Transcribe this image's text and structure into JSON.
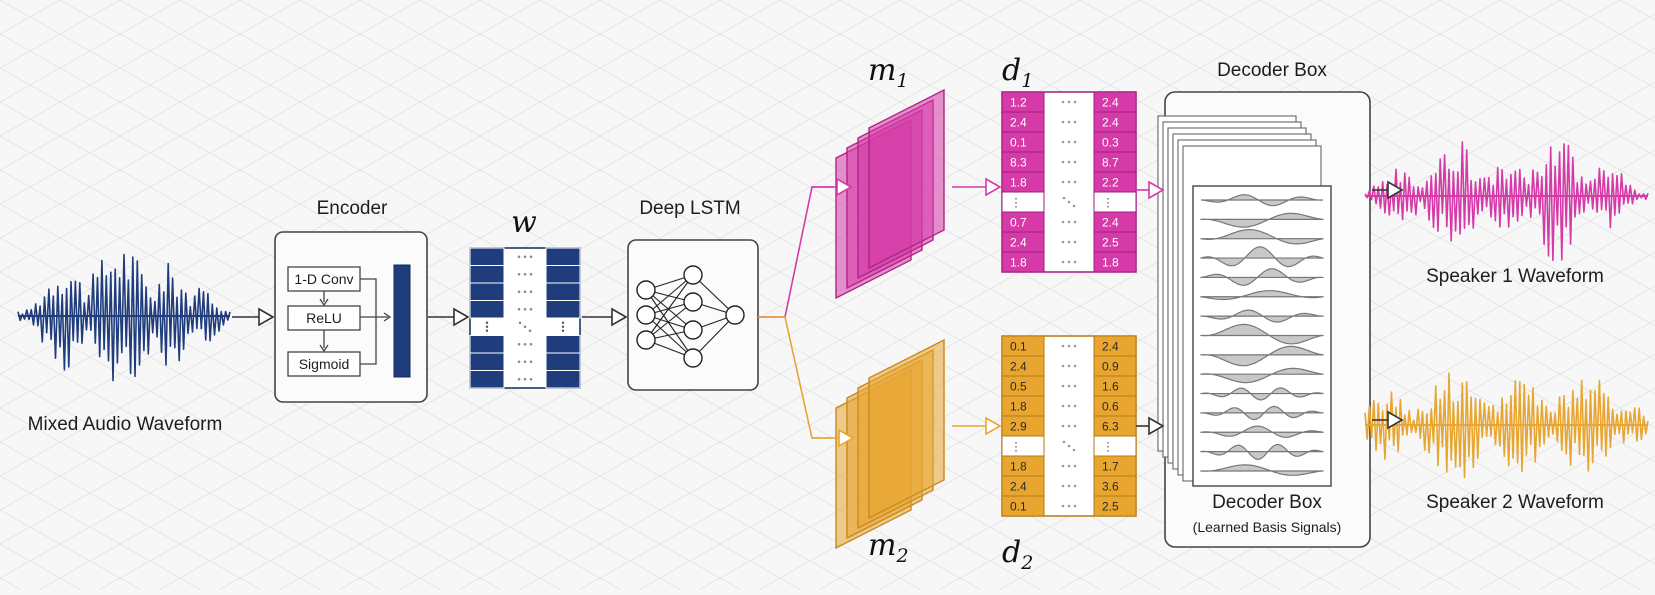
{
  "labels": {
    "input": "Mixed Audio Waveform",
    "encoder": "Encoder",
    "w": "w",
    "lstm": "Deep LSTM",
    "m1": "m",
    "m1_sub": "1",
    "m2": "m",
    "m2_sub": "2",
    "d1": "d",
    "d1_sub": "1",
    "d2": "d",
    "d2_sub": "2",
    "decoder_top": "Decoder Box",
    "decoder_bottom": "Decoder Box",
    "decoder_sub": "(Learned Basis Signals)",
    "speaker1": "Speaker 1 Waveform",
    "speaker2": "Speaker 2 Waveform"
  },
  "encoder": {
    "steps": [
      "1-D Conv",
      "ReLU",
      "Sigmoid"
    ]
  },
  "d1": {
    "left": [
      "1.2",
      "2.4",
      "0.1",
      "8.3",
      "1.8",
      "⋮",
      "0.7",
      "2.4",
      "1.8"
    ],
    "right": [
      "2.4",
      "2.4",
      "0.3",
      "8.7",
      "2.2",
      "⋮",
      "2.4",
      "2.5",
      "1.8"
    ]
  },
  "d2": {
    "left": [
      "0.1",
      "2.4",
      "0.5",
      "1.8",
      "2.9",
      "⋮",
      "1.8",
      "2.4",
      "0.1"
    ],
    "right": [
      "2.4",
      "0.9",
      "1.6",
      "0.6",
      "6.3",
      "⋮",
      "1.7",
      "3.6",
      "2.5"
    ]
  },
  "colors": {
    "navy": "#1f3c7d",
    "magenta": "#d63aa8",
    "orange": "#e8a631",
    "dark": "#333333"
  }
}
